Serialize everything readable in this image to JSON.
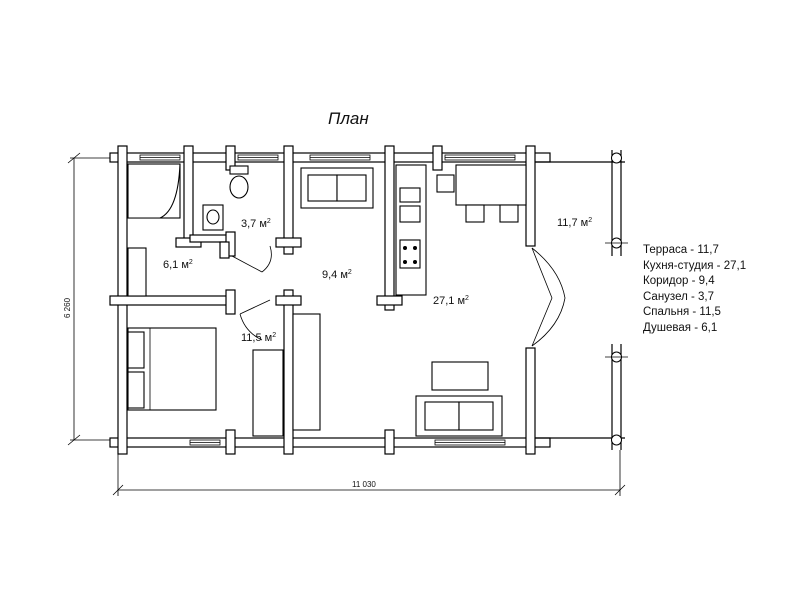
{
  "plan_title": "План",
  "dimensions": {
    "length": "11 030",
    "depth": "6 260"
  },
  "room_labels": {
    "bath": "3,7 м",
    "shower": "6,1 м",
    "corridor": "9,4 м",
    "bedroom": "11,5 м",
    "kitchen": "27,1 м",
    "terrace": "11,7 м",
    "sup": "2"
  },
  "legend": [
    "Терраса - 11,7",
    "Кухня-студия - 27,1",
    "Коридор - 9,4",
    "Санузел - 3,7",
    "Спальня - 11,5",
    "Душевая - 6,1"
  ],
  "colors": {
    "line": "#000000",
    "background": "#ffffff"
  }
}
